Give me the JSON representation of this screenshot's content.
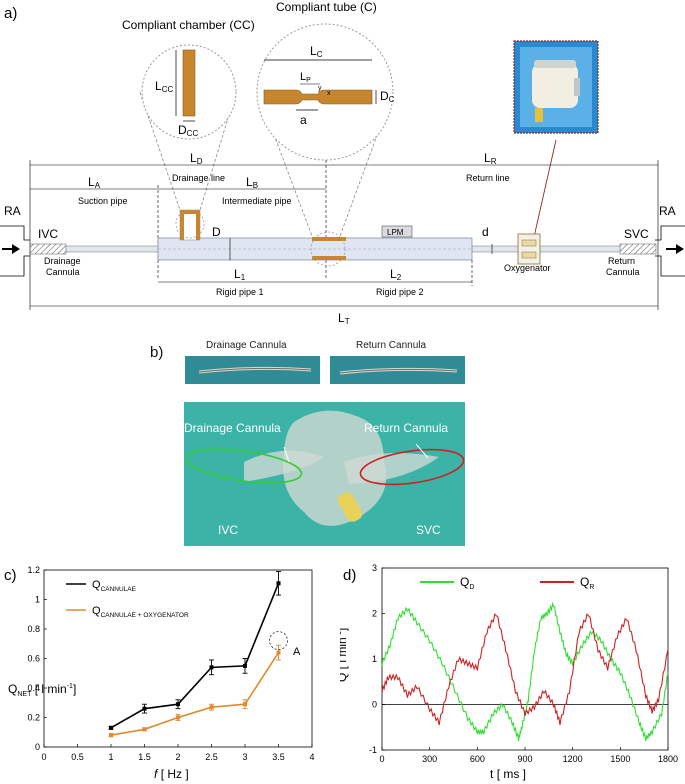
{
  "panel_a": {
    "tag": "a)",
    "cc_title": "Compliant chamber (CC)",
    "c_title": "Compliant tube (C)",
    "l_cc": "L",
    "l_cc_sub": "CC",
    "d_cc": "D",
    "d_cc_sub": "CC",
    "l_c": "L",
    "l_c_sub": "C",
    "l_p": "L",
    "l_p_sub": "P",
    "d_c": "D",
    "d_c_sub": "C",
    "a": "a",
    "y_axis": "y",
    "x_axis": "x",
    "l_d": "L",
    "l_d_sub": "D",
    "l_r": "L",
    "l_r_sub": "R",
    "l_a": "L",
    "l_a_sub": "A",
    "l_b": "L",
    "l_b_sub": "B",
    "drainage_line": "Drainage line",
    "return_line": "Return line",
    "suction_pipe": "Suction pipe",
    "intermediate_pipe": "Intermediate pipe",
    "ra_left": "RA",
    "ra_right": "RA",
    "ivc": "IVC",
    "svc": "SVC",
    "d_upper": "D",
    "d_lower": "d",
    "lpm": "LPM",
    "drainage_cannula_1": "Drainage",
    "drainage_cannula_2": "Cannula",
    "return_cannula_1": "Return",
    "return_cannula_2": "Cannula",
    "oxygenator": "Oxygenator",
    "l_1": "L",
    "l_1_sub": "1",
    "l_2": "L",
    "l_2_sub": "2",
    "rigid_pipe_1": "Rigid pipe 1",
    "rigid_pipe_2": "Rigid pipe 2",
    "l_t": "L",
    "l_t_sub": "T"
  },
  "panel_b": {
    "tag": "b)",
    "drainage_cannula": "Drainage Cannula",
    "return_cannula": "Return Cannula",
    "photo_drainage": "Drainage Cannula",
    "photo_return": "Return Cannula",
    "photo_ivc": "IVC",
    "photo_svc": "SVC"
  },
  "colors": {
    "orange": "#d98a2b",
    "green": "#33cc33",
    "red": "#cc2222",
    "black": "#000000",
    "photo_bg": "#3bb3a6"
  },
  "chart_data": [
    {
      "tag": "c)",
      "type": "line",
      "xlabel": "f",
      "xunit": "[ Hz ]",
      "ylabel": "Q",
      "ylabel_sub": "NET",
      "yunit": "[ l min",
      "yunit_sup": "-1",
      "yunit_end": "]",
      "xlim": [
        0,
        4
      ],
      "ylim": [
        0,
        1.2
      ],
      "xticks": [
        "0",
        "0.5",
        "1",
        "1.5",
        "2",
        "2.5",
        "3",
        "3.5",
        "4"
      ],
      "yticks": [
        "0",
        "0.2",
        "0.4",
        "0.6",
        "0.8",
        "1",
        "1.2"
      ],
      "annotation": "A",
      "series": [
        {
          "name": "Q",
          "name_sub": "CANNULAE",
          "color": "#000000",
          "x": [
            1,
            1.5,
            2,
            2.5,
            3,
            3.5
          ],
          "y": [
            0.13,
            0.26,
            0.29,
            0.54,
            0.55,
            1.11
          ],
          "err": [
            0.01,
            0.03,
            0.03,
            0.05,
            0.05,
            0.08
          ]
        },
        {
          "name": "Q",
          "name_sub": "CANNULAE + OXYGENATOR",
          "color": "#e08a2e",
          "x": [
            1,
            1.5,
            2,
            2.5,
            3,
            3.5
          ],
          "y": [
            0.08,
            0.12,
            0.2,
            0.27,
            0.29,
            0.64
          ],
          "err": [
            0.01,
            0.01,
            0.02,
            0.02,
            0.03,
            0.05
          ]
        }
      ]
    },
    {
      "tag": "d)",
      "type": "line",
      "xlabel": "t",
      "xunit": "[ ms ]",
      "ylabel": "Q",
      "yunit": "[ l min",
      "yunit_sup": "-1",
      "yunit_end": "]",
      "xlim": [
        0,
        1800
      ],
      "ylim": [
        -1,
        3
      ],
      "xticks": [
        "0",
        "300",
        "600",
        "900",
        "1200",
        "1500",
        "1800"
      ],
      "yticks": [
        "-1",
        "0",
        "1",
        "2",
        "3"
      ],
      "series": [
        {
          "name": "Q",
          "name_sub": "D",
          "color": "#33dd33",
          "x": [
            0,
            50,
            100,
            160,
            220,
            300,
            380,
            460,
            540,
            600,
            640,
            700,
            760,
            820,
            860,
            880,
            920,
            960,
            1000,
            1040,
            1080,
            1120,
            1160,
            1200,
            1260,
            1320,
            1380,
            1440,
            1500,
            1560,
            1620,
            1660,
            1700,
            1760,
            1800
          ],
          "y": [
            0.9,
            1.3,
            1.9,
            2.1,
            1.8,
            1.4,
            0.9,
            0.3,
            -0.3,
            -0.6,
            -0.6,
            -0.2,
            0.0,
            -0.4,
            -0.75,
            -0.5,
            0.1,
            1.2,
            1.9,
            2.0,
            2.2,
            1.6,
            1.1,
            0.9,
            1.3,
            1.6,
            1.4,
            1.0,
            0.7,
            0.2,
            -0.4,
            -0.75,
            -0.6,
            -0.2,
            0.7
          ]
        },
        {
          "name": "Q",
          "name_sub": "R",
          "color": "#cc2222",
          "x": [
            0,
            40,
            100,
            160,
            220,
            300,
            360,
            420,
            480,
            540,
            600,
            660,
            720,
            780,
            840,
            900,
            960,
            1020,
            1080,
            1120,
            1180,
            1240,
            1300,
            1360,
            1420,
            1480,
            1540,
            1600,
            1660,
            1700,
            1740,
            1800
          ],
          "y": [
            0.3,
            0.6,
            0.6,
            0.2,
            0.4,
            -0.1,
            -0.4,
            0.4,
            1.0,
            0.9,
            0.8,
            1.6,
            2.0,
            1.2,
            0.3,
            -0.2,
            -0.05,
            0.3,
            0.0,
            -0.4,
            0.3,
            1.6,
            2.0,
            1.2,
            0.8,
            1.5,
            1.9,
            1.2,
            0.2,
            -0.15,
            0.1,
            1.2
          ]
        }
      ]
    }
  ]
}
